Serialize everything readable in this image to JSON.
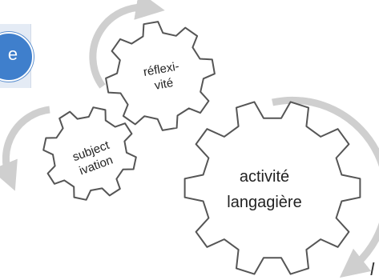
{
  "badge": {
    "text": "e",
    "color": "#3f7fcc"
  },
  "gears": [
    {
      "name": "reflexivite",
      "lines": [
        "réflexi-",
        "vité"
      ]
    },
    {
      "name": "subjectivation",
      "lines": [
        "subject",
        "ivation"
      ]
    },
    {
      "name": "activite-langagiere",
      "lines": [
        "activité",
        "langagière"
      ]
    }
  ],
  "arrows": {
    "color": "#cfcfcf"
  },
  "gear_style": {
    "fill": "#ffffff",
    "stroke": "#555555"
  },
  "corner_text": "l"
}
